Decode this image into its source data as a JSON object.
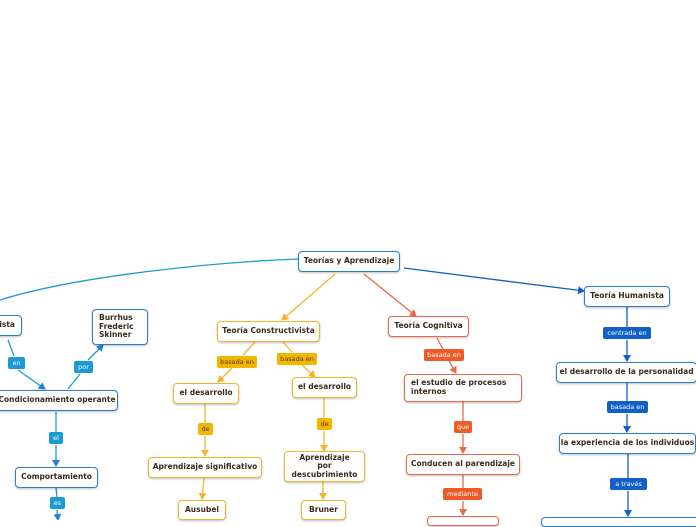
{
  "colors": {
    "blue": "#2b7fd0",
    "dark_blue": "#1060c8",
    "label_blue": "#1c9ad6",
    "orange": "#f0b72a",
    "label_orange": "#f2b500",
    "red": "#e86a4a",
    "label_red": "#ee5a28"
  },
  "nodes": {
    "root": "Teorías y Aprendizaje",
    "conductista": "ista",
    "skinner": "Burrhus Frederic Skinner",
    "condicionamiento": "Condicionamiento operante",
    "comportamiento": "Comportamiento",
    "constructivista": "Teoría Constructivista",
    "desarrollo_1": "el desarrollo",
    "desarrollo_2": "el desarrollo",
    "aprendizaje_significativo": "Aprendizaje significativo",
    "aprendizaje_descubrimiento": "Aprendizaje por descubrimiento",
    "ausubel": "Ausubel",
    "bruner": "Bruner",
    "cognitiva": "Teoría Cognitiva",
    "estudio_procesos": "el estudio de procesos internos",
    "conducen": "Conducen al parendizaje",
    "humanista": "Teoría Humanista",
    "desarrollo_personalidad": "el desarrollo de la personalidad",
    "experiencia": "la experiencia de los individuos"
  },
  "labels": {
    "en": "en",
    "por": "por",
    "el": "el",
    "es": "es",
    "basada_en_1": "basada en",
    "basada_en_2": "basada en",
    "de_1": "de",
    "de_2": "de",
    "basada_en_3": "basada en",
    "que": "que",
    "mediante": "mediante",
    "centrada_en": "centrada en",
    "basada_en_4": "basada en",
    "a_traves": "a través"
  }
}
